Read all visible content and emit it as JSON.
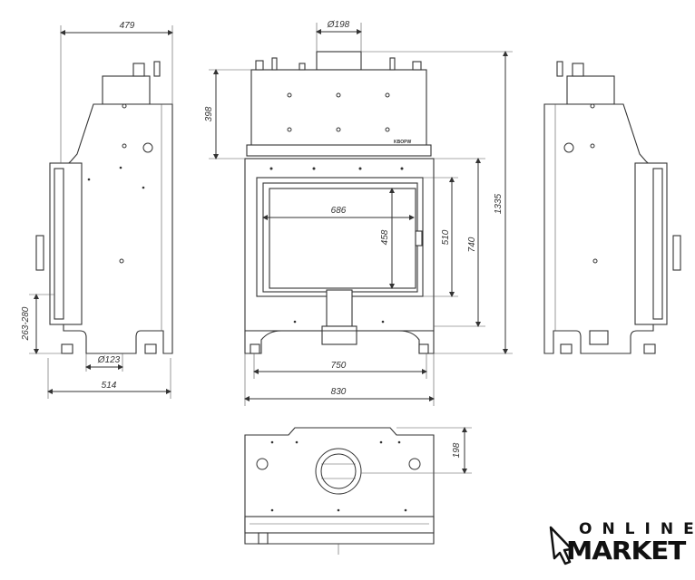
{
  "drawing": {
    "side_view_left": {
      "width_top": "479",
      "width_bottom": "514",
      "inlet_height": "263-280",
      "air_inlet_diameter": "Ø123"
    },
    "front_view": {
      "flue_diameter": "Ø198",
      "upper_height": "398",
      "glass_width": "686",
      "glass_height": "458",
      "door_height": "510",
      "frame_height": "740",
      "total_height": "1335",
      "inner_width": "750",
      "total_width": "830",
      "brand_plate": "KBOPW"
    },
    "top_view": {
      "flue_offset": "198"
    }
  },
  "logo": {
    "line1": "ONLINE",
    "line2": "MARKET"
  }
}
